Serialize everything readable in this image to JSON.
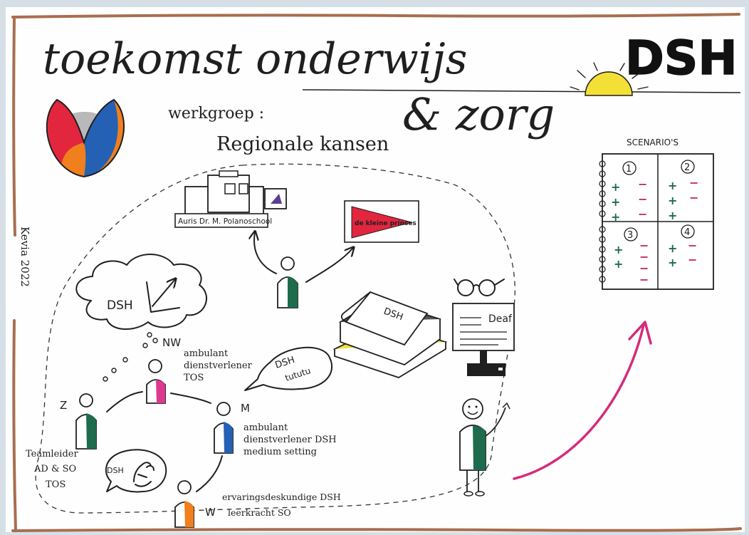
{
  "title": {
    "line1": "toekomst onderwijs",
    "line2": "& zorg",
    "logo_text": "DSH"
  },
  "subtitle": {
    "label": "werkgroep :",
    "topic": "Regionale kansen"
  },
  "signature": "Kevia 2022",
  "schools": {
    "auris_label": "Auris Dr. M. Polanoschool",
    "pennant_text": "de kleine prinses"
  },
  "scenarios": {
    "title": "SCENARIO'S",
    "numbers": [
      "1",
      "2",
      "3",
      "4"
    ],
    "plus": "+",
    "minus": "−"
  },
  "bubbles": {
    "cloud_text": "DSH",
    "speech_text": "DSH tututu",
    "hand_bubble_text": "DSH"
  },
  "book": {
    "text": "DSH"
  },
  "monitor": {
    "text": "Deaf"
  },
  "people": {
    "nw": {
      "letter": "NW",
      "role": [
        "ambulant",
        "dienstverlener",
        "TOS"
      ]
    },
    "z": {
      "letter": "Z",
      "role": [
        "Teamleider",
        "AD & SO",
        "TOS"
      ]
    },
    "m": {
      "letter": "M",
      "role": [
        "ambulant",
        "dienstverlener DSH",
        "medium setting"
      ]
    },
    "w": {
      "letter": "W",
      "role": [
        "ervaringsdeskundige DSH",
        "leerkracht SO"
      ]
    }
  },
  "colors": {
    "frame": "#a86e4f",
    "green": "#1f6b4d",
    "pink": "#e0388f",
    "blue": "#2461b4",
    "orange": "#f07f1d",
    "yellow": "#f3e037",
    "red": "#e2263e",
    "arrow_pink": "#d42c7c"
  }
}
